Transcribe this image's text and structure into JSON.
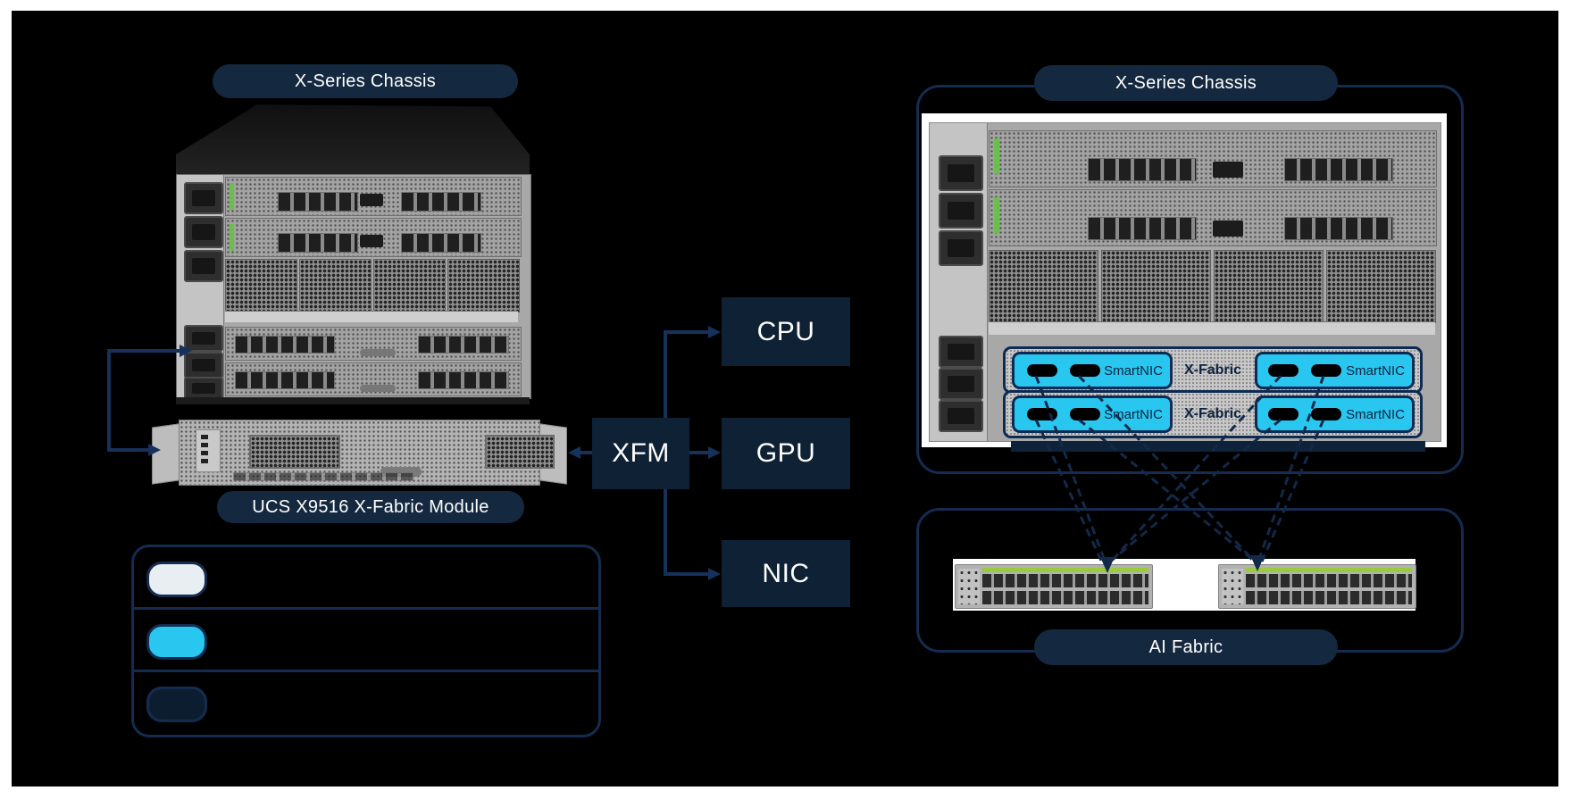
{
  "left_section": {
    "chassis_label": "X-Series Chassis",
    "module_label": "UCS X9516 X-Fabric Module",
    "legend": {
      "swatches": [
        {
          "name": "white-swatch",
          "color": "#e9eef3"
        },
        {
          "name": "cyan-swatch",
          "color": "#29c7f0"
        },
        {
          "name": "navy-swatch",
          "color": "#0d1d30"
        }
      ]
    }
  },
  "middle_section": {
    "xfm_label": "XFM",
    "targets": [
      {
        "label": "CPU"
      },
      {
        "label": "GPU"
      },
      {
        "label": "NIC"
      }
    ]
  },
  "right_section": {
    "chassis_label": "X-Series Chassis",
    "smartnic_rows": [
      {
        "left_label": "SmartNIC",
        "center_label": "X-Fabric",
        "right_label": "SmartNIC"
      },
      {
        "left_label": "SmartNIC",
        "center_label": "X-Fabric",
        "right_label": "SmartNIC"
      }
    ],
    "ai_fabric_label": "AI Fabric"
  },
  "colors": {
    "slide_background": "#000000",
    "frame": "#ffffff",
    "pill_fill": "#14283f",
    "flow_box_fill": "#0e2135",
    "outline": "#142c50",
    "connector_line": "#16315a",
    "cyan_accent": "#29c7f0",
    "switch_led_green": "#9acb3c"
  }
}
